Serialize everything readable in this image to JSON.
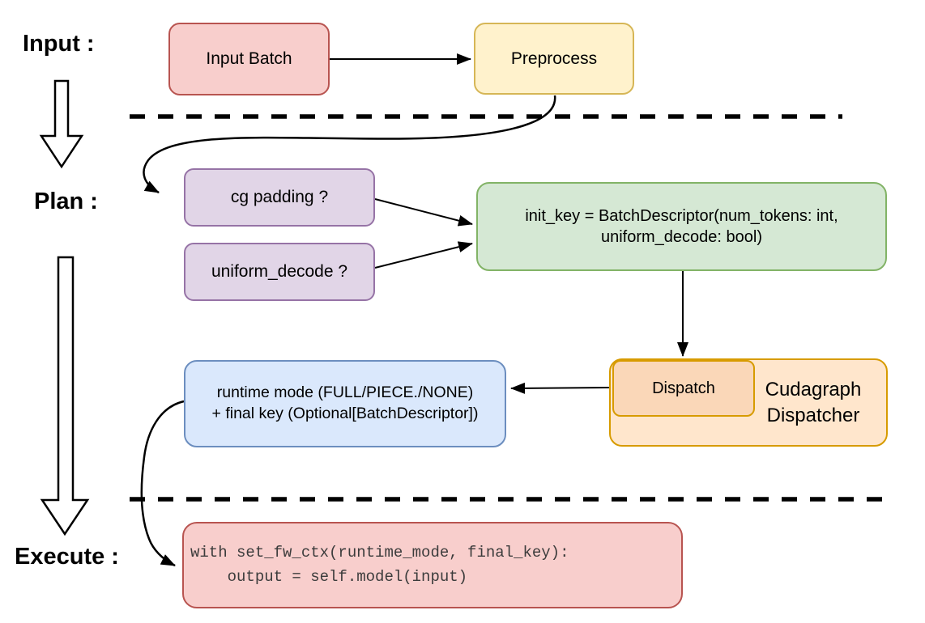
{
  "stage_labels": {
    "input": "Input :",
    "plan": "Plan :",
    "execute": "Execute :"
  },
  "boxes": {
    "input_batch": {
      "label": "Input Batch"
    },
    "preprocess": {
      "label": "Preprocess"
    },
    "cg_padding": {
      "label": "cg padding ?"
    },
    "uniform_decode": {
      "label": "uniform_decode ?"
    },
    "init_key": {
      "line1": "init_key = BatchDescriptor(num_tokens: int,",
      "line2": "uniform_decode: bool)"
    },
    "dispatch": {
      "label": "Dispatch"
    },
    "cudagraph_dispatcher": {
      "line1": "Cudagraph",
      "line2": "Dispatcher"
    },
    "runtime_mode": {
      "line1": "runtime mode (FULL/PIECE./NONE)",
      "line2": "+ final key (Optional[BatchDescriptor])"
    },
    "execute_code": {
      "line1": "with set_fw_ctx(runtime_mode, final_key):",
      "line2": "    output = self.model(input)"
    }
  },
  "colors": {
    "red_fill": "#F8CECC",
    "red_stroke": "#B85450",
    "yellow_fill": "#FFF2CC",
    "yellow_stroke": "#D6B656",
    "purple_fill": "#E1D5E7",
    "purple_stroke": "#9673A6",
    "green_fill": "#D5E8D4",
    "green_stroke": "#82B366",
    "blue_fill": "#DAE8FC",
    "blue_stroke": "#6C8EBF",
    "orange_fill": "#FFE6CC",
    "orange_inner_fill": "#FAD7B8",
    "orange_stroke": "#D79B00",
    "edge": "#000000",
    "code_text": "#3C3C3C"
  }
}
